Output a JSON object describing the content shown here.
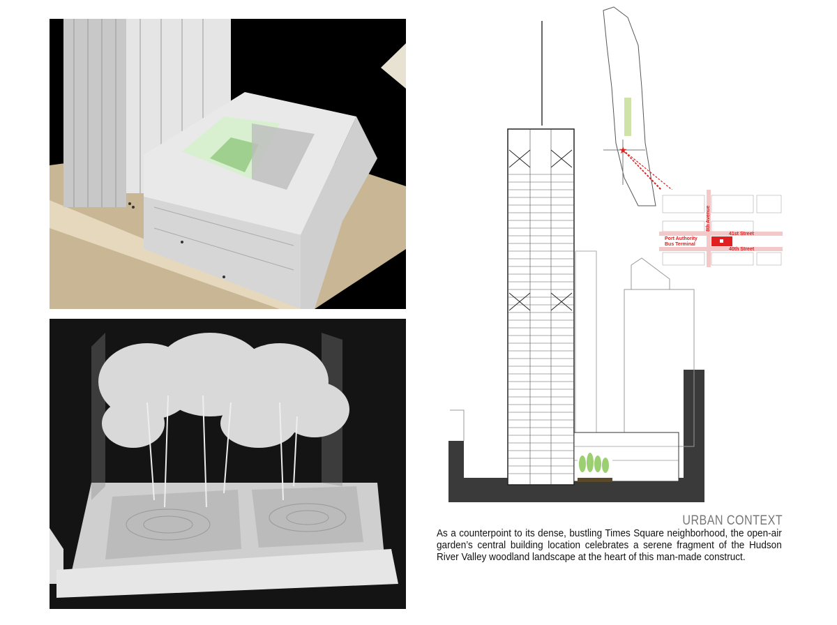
{
  "section": {
    "heading": "URBAN CONTEXT",
    "caption": "As a counterpoint to its dense, bustling Times Square neighborhood, the open-air garden’s central building location celebrates a serene fragment of the Hudson River Valley woodland landscape at the heart of this man-made construct."
  },
  "map": {
    "labels": {
      "street_41": "41st Street",
      "street_40": "40th Street",
      "avenue": "8th Avenue",
      "terminal_line1": "Port Authority",
      "terminal_line2": "Bus Terminal"
    },
    "accent_color": "#e02020",
    "park_color": "#cfe3a8"
  }
}
